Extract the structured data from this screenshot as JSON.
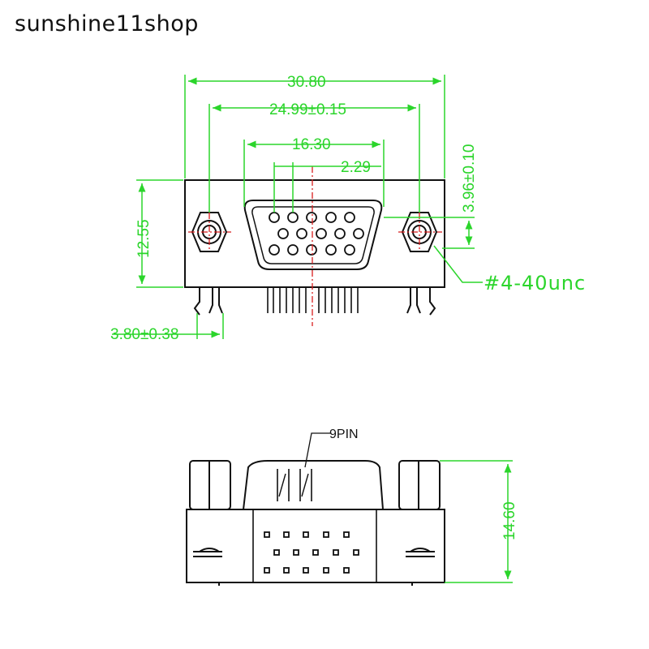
{
  "watermark": "sunshine11shop",
  "colors": {
    "dimension": "#2bd52b",
    "outline": "#111111",
    "centerline": "#d81e1e"
  },
  "front_view": {
    "width": "30.80",
    "screw_spacing": "24.99±0.15",
    "shell_width": "16.30",
    "pin_pitch": "2.29",
    "height": "12.55",
    "screw_offset": "3.96±0.10",
    "leg_length": "3.80±0.38",
    "thread": "#4-40unc"
  },
  "side_view": {
    "pin_label": "9PIN",
    "depth": "14.60"
  }
}
